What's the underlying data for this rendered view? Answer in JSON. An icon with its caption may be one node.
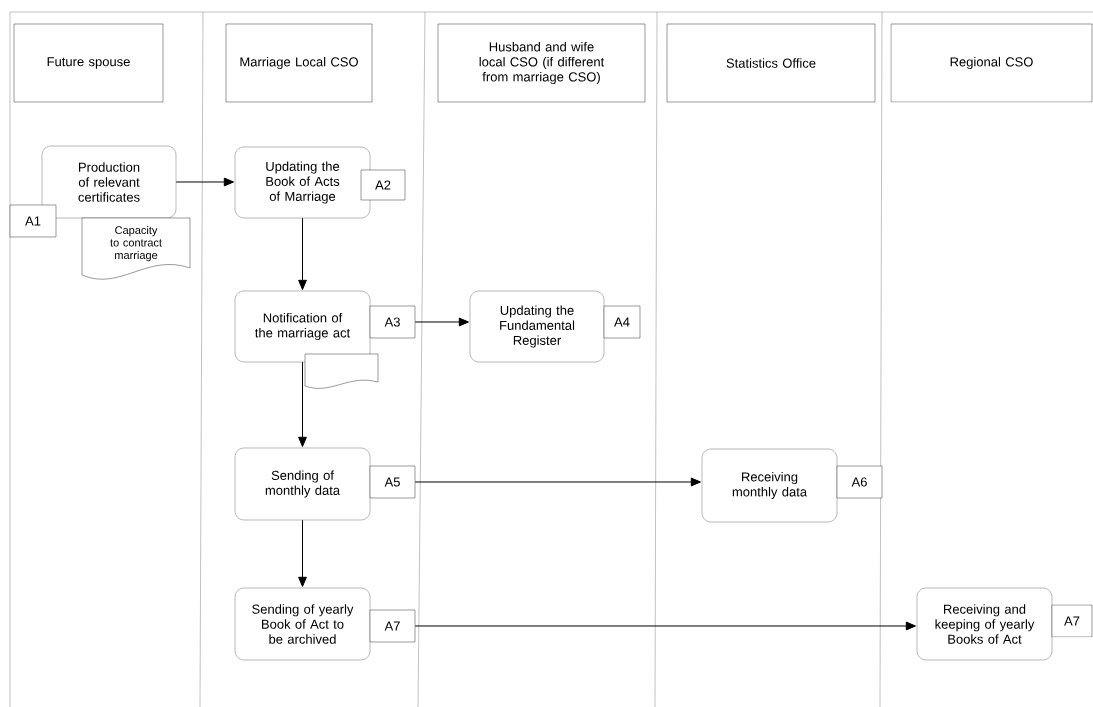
{
  "diagram": {
    "nodes": [
      {
        "text": [
          "Future spouse"
        ]
      },
      {
        "text": [
          "Marriage Local CSO"
        ]
      },
      {
        "text": [
          "Husband and wife local CSO (if different from marriage CSO)"
        ]
      },
      {
        "text": [
          "Statistics Office"
        ]
      },
      {
        "text": [
          "Regional CSO"
        ]
      },
      {
        "text": [
          "Production of relevant certificates"
        ]
      },
      {
        "text": [
          "A1"
        ]
      },
      {
        "text": [
          "Capacity to contract marriage"
        ]
      },
      {
        "text": [
          "Updating the Book of Acts of Marriage"
        ]
      },
      {
        "text": [
          "A2"
        ]
      },
      {
        "text": [
          "Notification of the marriage act"
        ]
      },
      {
        "text": [
          "A3"
        ]
      },
      {
        "text": [],
        "shape": "document"
      },
      {
        "text": [
          "Updating the Fundamental Register"
        ]
      },
      {
        "text": [
          "A4"
        ]
      },
      {
        "text": [
          "Sending of monthly data"
        ]
      },
      {
        "text": [
          "A5"
        ]
      },
      {
        "text": [
          "Receiving monthly data"
        ]
      },
      {
        "text": [
          "A6"
        ]
      },
      {
        "text": [
          "Sending of yearly Book of Act to be archived"
        ]
      },
      {
        "text": [
          "A7"
        ]
      },
      {
        "text": [
          "Receiving and keeping of yearly Books of Act"
        ]
      },
      {
        "text": [
          "A7"
        ]
      }
    ],
    "edges": [
      {
        "from": 5,
        "to": 8,
        "arrow": "to"
      },
      {
        "from": 8,
        "to": 10,
        "arrow": "to"
      },
      {
        "from": 11,
        "to": 13,
        "arrow": "to"
      },
      {
        "from": 10,
        "to": 15,
        "arrow": "to"
      },
      {
        "from": 16,
        "to": 17,
        "arrow": "to"
      },
      {
        "from": 15,
        "to": 19,
        "arrow": "to"
      },
      {
        "from": 20,
        "to": 21,
        "arrow": "to"
      }
    ]
  }
}
